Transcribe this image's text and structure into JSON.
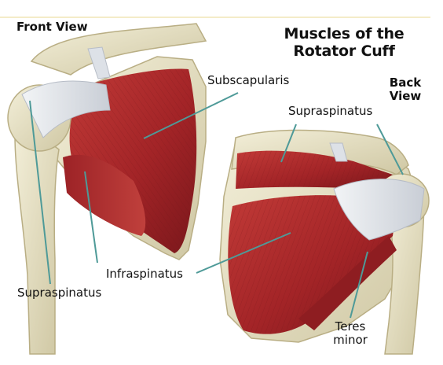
{
  "title": {
    "line1": "Muscles of the",
    "line2": "Rotator Cuff"
  },
  "views": {
    "front": "Front View",
    "back_line1": "Back",
    "back_line2": "View"
  },
  "labels": {
    "subscapularis": "Subscapularis",
    "supraspinatus_back": "Supraspinatus",
    "infraspinatus": "Infraspinatus",
    "supraspinatus_front": "Supraspinatus",
    "teres_line1": "Teres",
    "teres_line2": "minor"
  },
  "colors": {
    "background": "#ffffff",
    "muscle": "#a8262a",
    "bone": "#e8e2c6",
    "tendon": "#dfe3e8",
    "leader_line": "#4e9a98"
  }
}
